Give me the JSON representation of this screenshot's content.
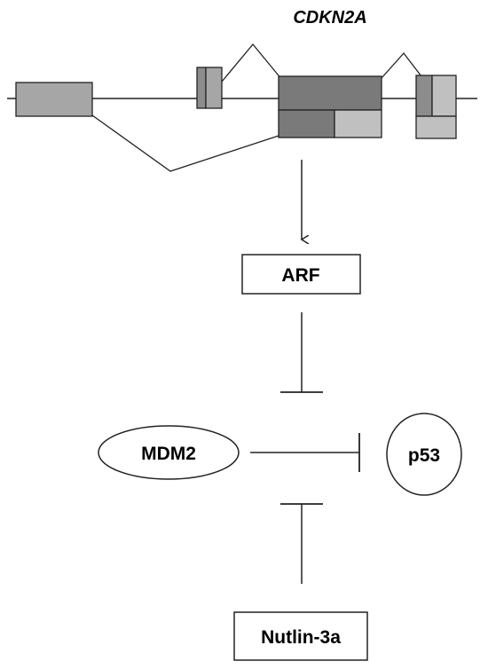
{
  "gene": {
    "name": "CDKN2A"
  },
  "nodes": {
    "arf": "ARF",
    "mdm2": "MDM2",
    "p53": "p53",
    "nutlin": "Nutlin-3a"
  },
  "edges": [
    {
      "from": "CDKN2A",
      "to": "ARF",
      "type": "activation"
    },
    {
      "from": "ARF",
      "to": "MDM2",
      "type": "inhibition"
    },
    {
      "from": "MDM2",
      "to": "p53",
      "type": "inhibition"
    },
    {
      "from": "Nutlin-3a",
      "to": "MDM2",
      "type": "inhibition"
    }
  ],
  "colors": {
    "exon_light": "#a6a6a6",
    "exon_mid": "#8c8c8c",
    "exon_dark": "#7a7a7a",
    "exon_pale": "#c0c0c0",
    "line": "#222222"
  }
}
